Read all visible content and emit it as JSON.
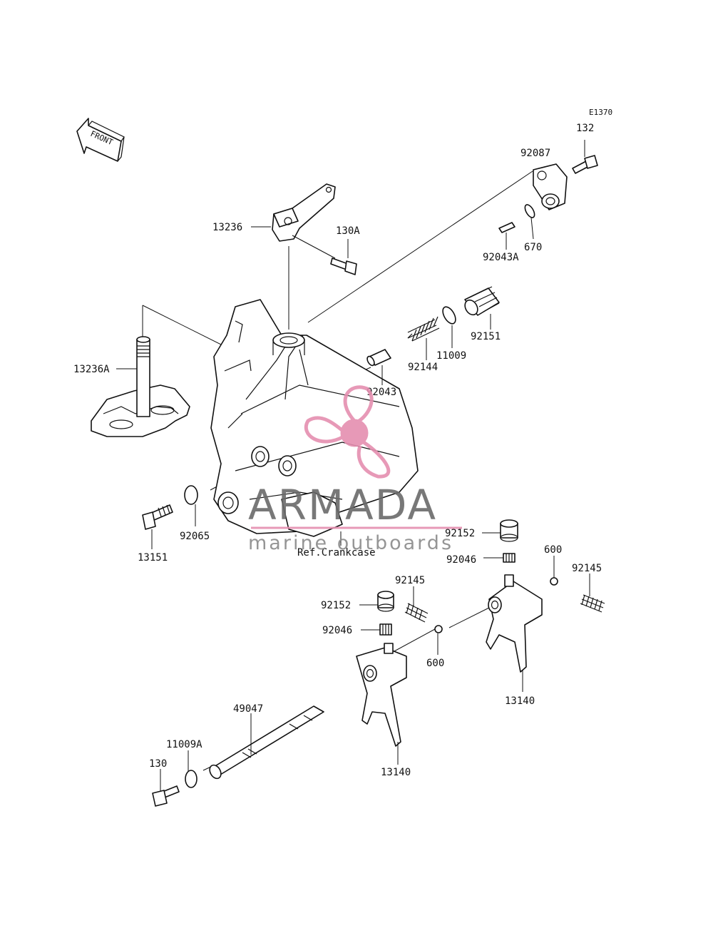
{
  "drawing_code": "E1370",
  "front_label": "FRONT",
  "reference_note": "Ref.Crankcase",
  "watermark": {
    "brand": "ARMADA",
    "tagline": "marine outboards",
    "accent_color": "#e58fb0"
  },
  "parts": [
    {
      "label": "132"
    },
    {
      "label": "92087"
    },
    {
      "label": "670"
    },
    {
      "label": "92043A"
    },
    {
      "label": "13236"
    },
    {
      "label": "130A"
    },
    {
      "label": "92151"
    },
    {
      "label": "11009"
    },
    {
      "label": "92144"
    },
    {
      "label": "92043"
    },
    {
      "label": "13236A"
    },
    {
      "label": "92065"
    },
    {
      "label": "13151"
    },
    {
      "label": "92152"
    },
    {
      "label": "92046"
    },
    {
      "label": "600"
    },
    {
      "label": "92145"
    },
    {
      "label": "92145"
    },
    {
      "label": "92152"
    },
    {
      "label": "92046"
    },
    {
      "label": "600"
    },
    {
      "label": "13140"
    },
    {
      "label": "49047"
    },
    {
      "label": "11009A"
    },
    {
      "label": "130"
    },
    {
      "label": "13140"
    }
  ]
}
